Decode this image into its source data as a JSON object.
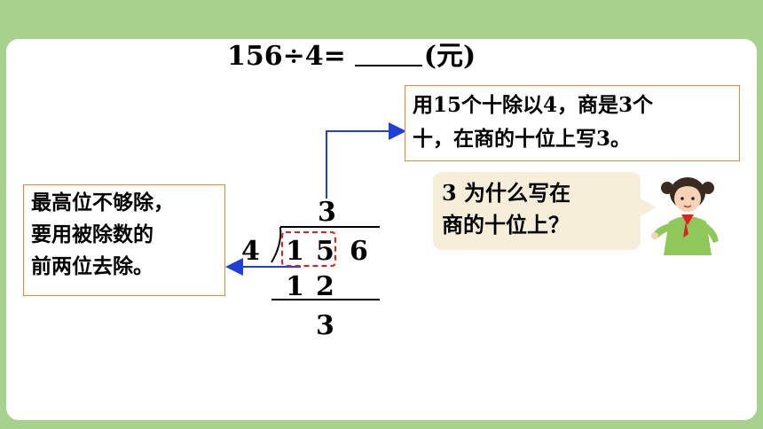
{
  "equation": {
    "left": "156÷4=",
    "unit": "(元)"
  },
  "left_note": {
    "lines": [
      "最高位不够除，",
      "要用被除数的",
      "前两位去除。"
    ]
  },
  "right_note": {
    "lines": [
      "用15个十除以4，商是3个",
      "十，在商的十位上写3。"
    ]
  },
  "bubble": {
    "lines": [
      "3 为什么写在",
      "商的十位上？"
    ]
  },
  "division": {
    "quotient": "3",
    "divisor": "4",
    "dividend": [
      "1",
      "5",
      "6"
    ],
    "product": [
      "1",
      "2"
    ],
    "remainder": "3"
  },
  "colors": {
    "background": "#a9d18e",
    "arrow": "#1f3fd6",
    "highlight": "#e02020",
    "box_border": "#e08a3a",
    "bubble": "#f6eed9"
  },
  "icons": {
    "girl": "student-girl-illustration"
  }
}
